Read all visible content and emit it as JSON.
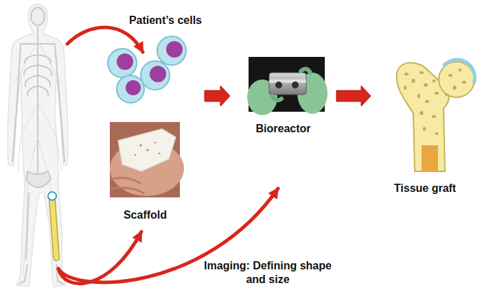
{
  "diagram": {
    "nodes": [
      {
        "text": [
          "Patient’s cells"
        ]
      },
      {
        "text": [
          "Scaffold"
        ]
      },
      {
        "text": [
          "Bioreactor"
        ]
      },
      {
        "text": [
          "Tissue graft"
        ]
      }
    ],
    "edges": [
      {
        "from": 0,
        "to": 2,
        "arrow": "to"
      },
      {
        "from": 2,
        "to": 3,
        "arrow": "to"
      }
    ],
    "labels": [
      "Imaging: Defining shape and size"
    ]
  }
}
